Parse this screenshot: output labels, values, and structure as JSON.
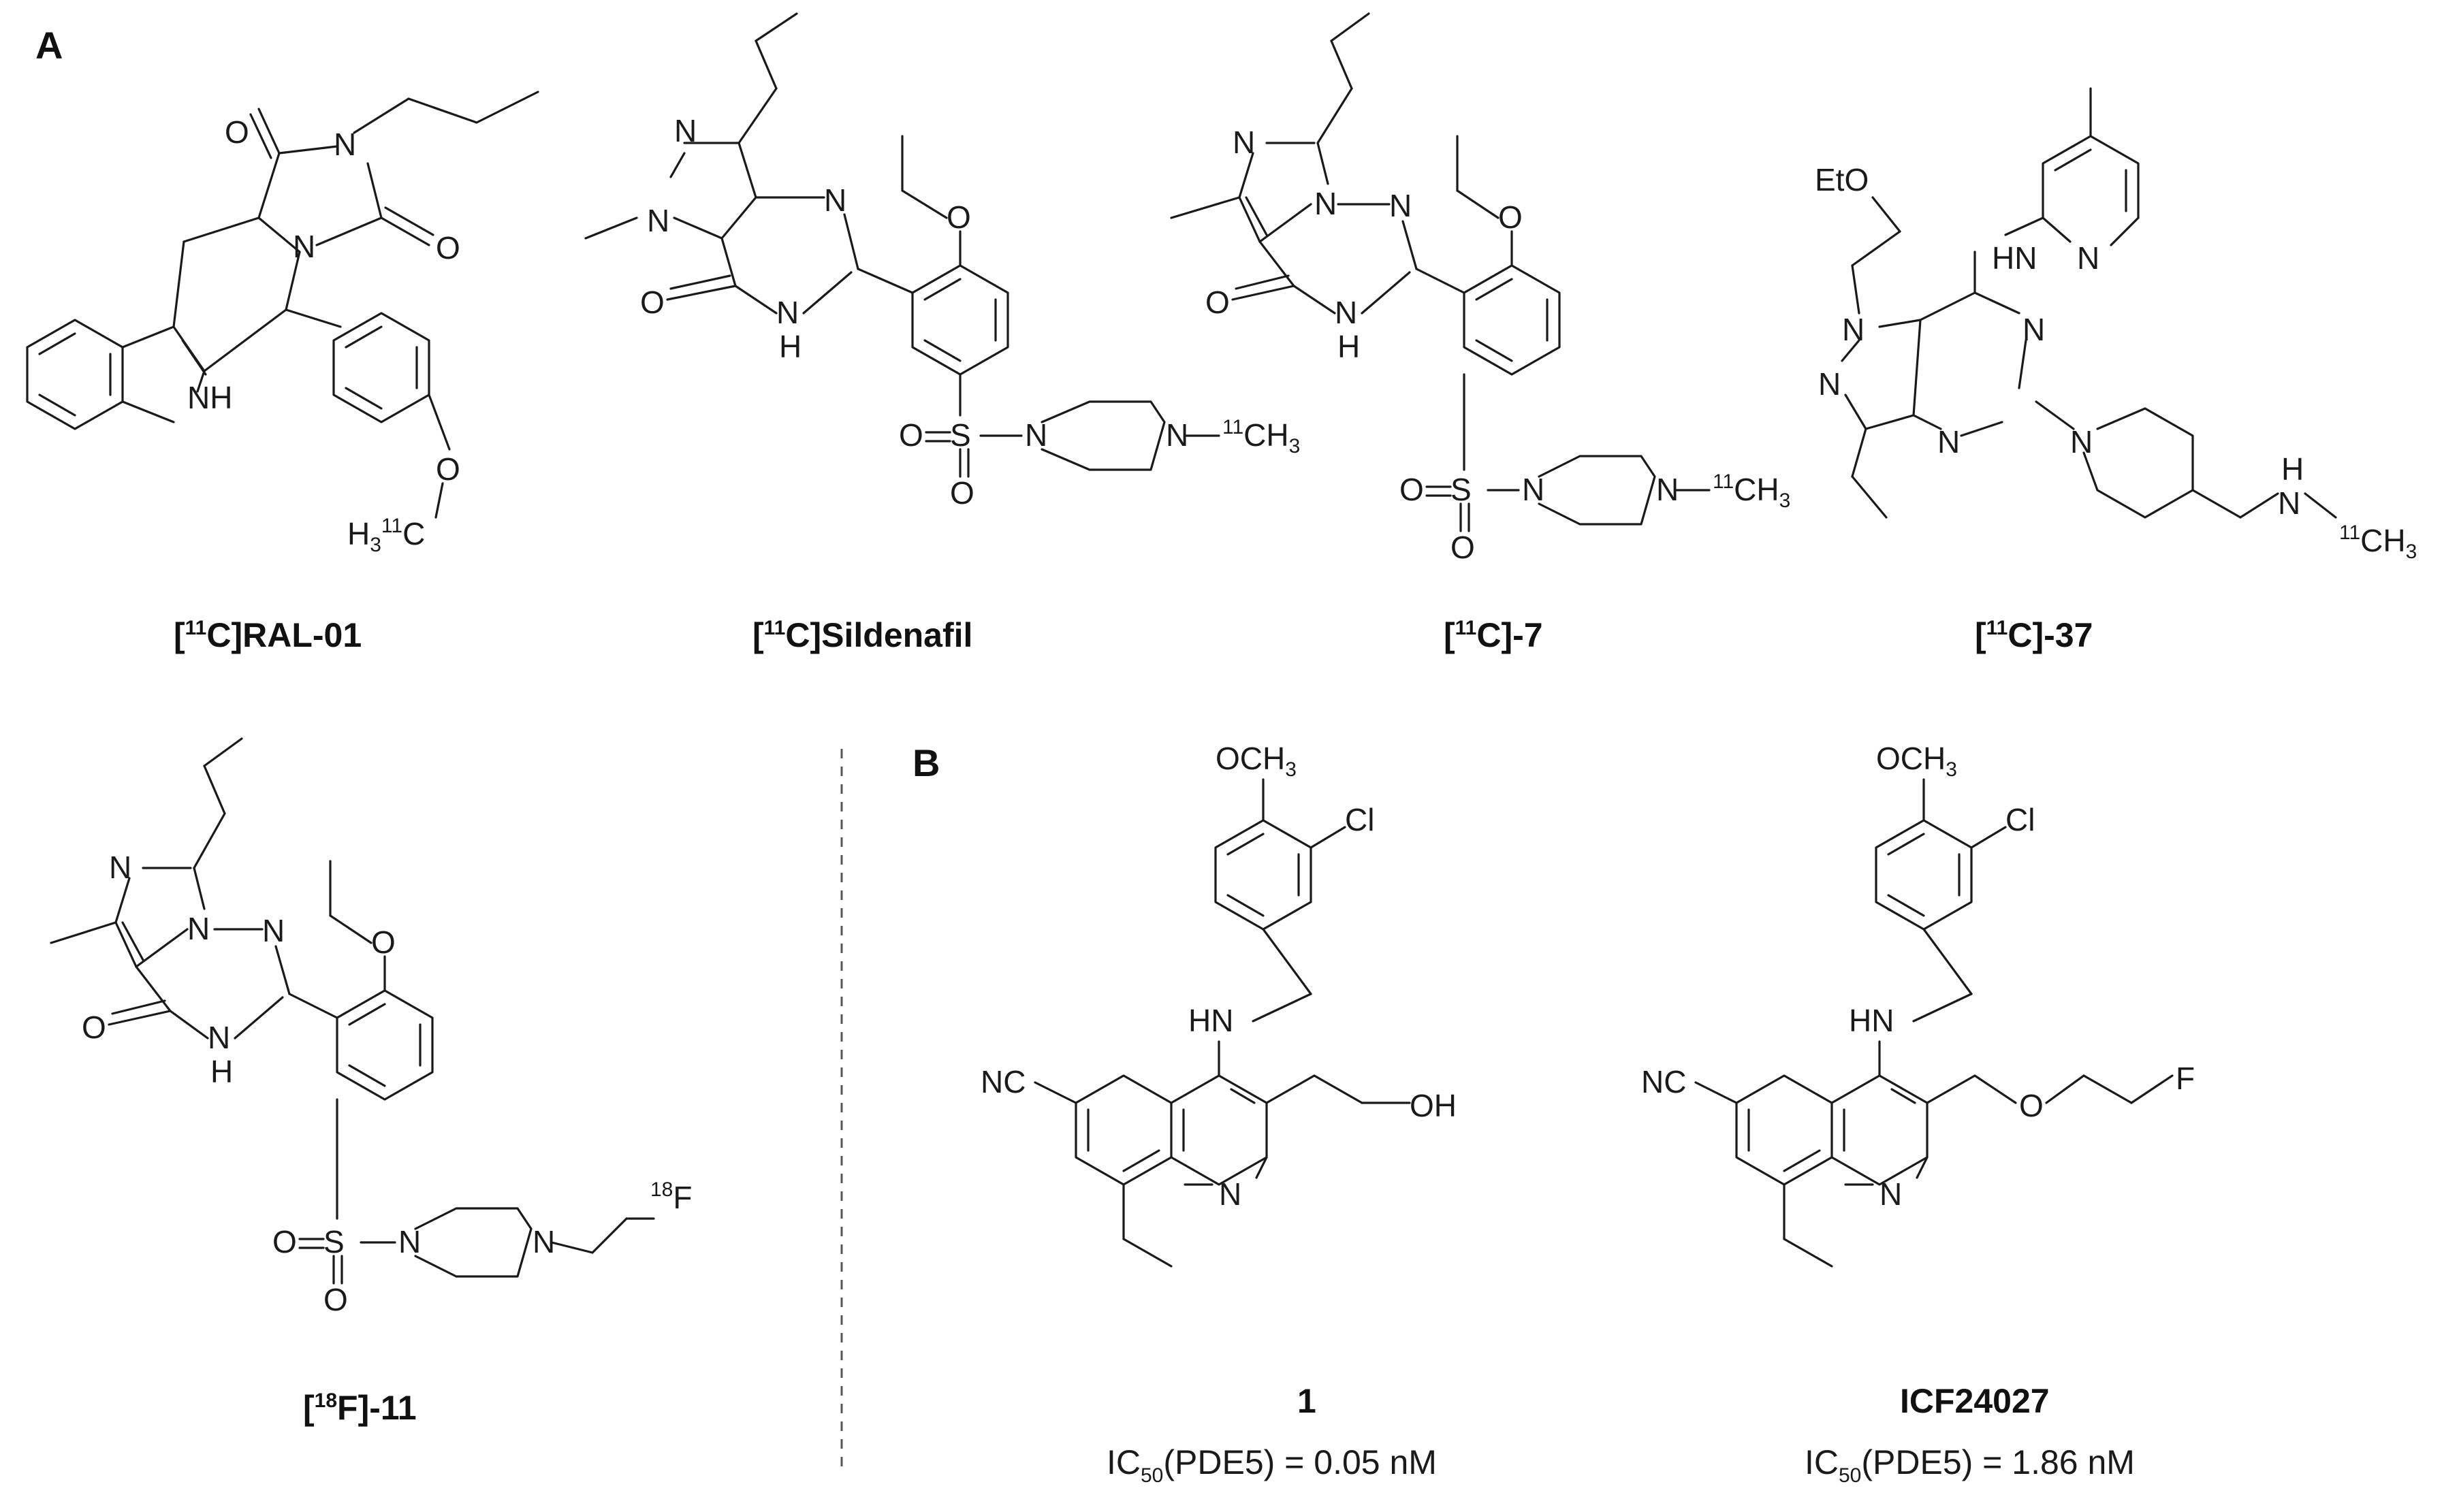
{
  "panels": {
    "a": "A",
    "b": "B"
  },
  "atoms": {
    "o": "O",
    "n": "N",
    "nh": "NH",
    "h": "H",
    "hn": "HN",
    "s": "S",
    "eto": "EtO",
    "nc": "NC",
    "oh": "OH",
    "f": "F",
    "cl": "Cl",
    "och": "OCH",
    "ch": "CH",
    "c": "C",
    "h3": "H",
    "dash": "–",
    "sub3": "3",
    "sup11": "11",
    "sup18": "18"
  },
  "compounds": {
    "ral01": {
      "iso": "11",
      "name": "RAL-01",
      "pre": "[",
      "mid": "C]"
    },
    "sildenafil": {
      "iso": "11",
      "name": "Sildenafil",
      "pre": "[",
      "mid": "C]"
    },
    "c7": {
      "iso": "11",
      "name": "-7",
      "pre": "[",
      "mid": "C]"
    },
    "c37": {
      "iso": "11",
      "name": "-37",
      "pre": "[",
      "mid": "C]"
    },
    "f11": {
      "iso": "18",
      "name": "-11",
      "pre": "[",
      "mid": "F]"
    },
    "cmpd1": {
      "name": "1",
      "ic50_pre": "IC",
      "ic50_sub": "50",
      "ic50_post": "(PDE5) = 0.05 nM"
    },
    "icf": {
      "name": "ICF24027",
      "ic50_pre": "IC",
      "ic50_sub": "50",
      "ic50_post": "(PDE5) = 1.86 nM"
    }
  }
}
